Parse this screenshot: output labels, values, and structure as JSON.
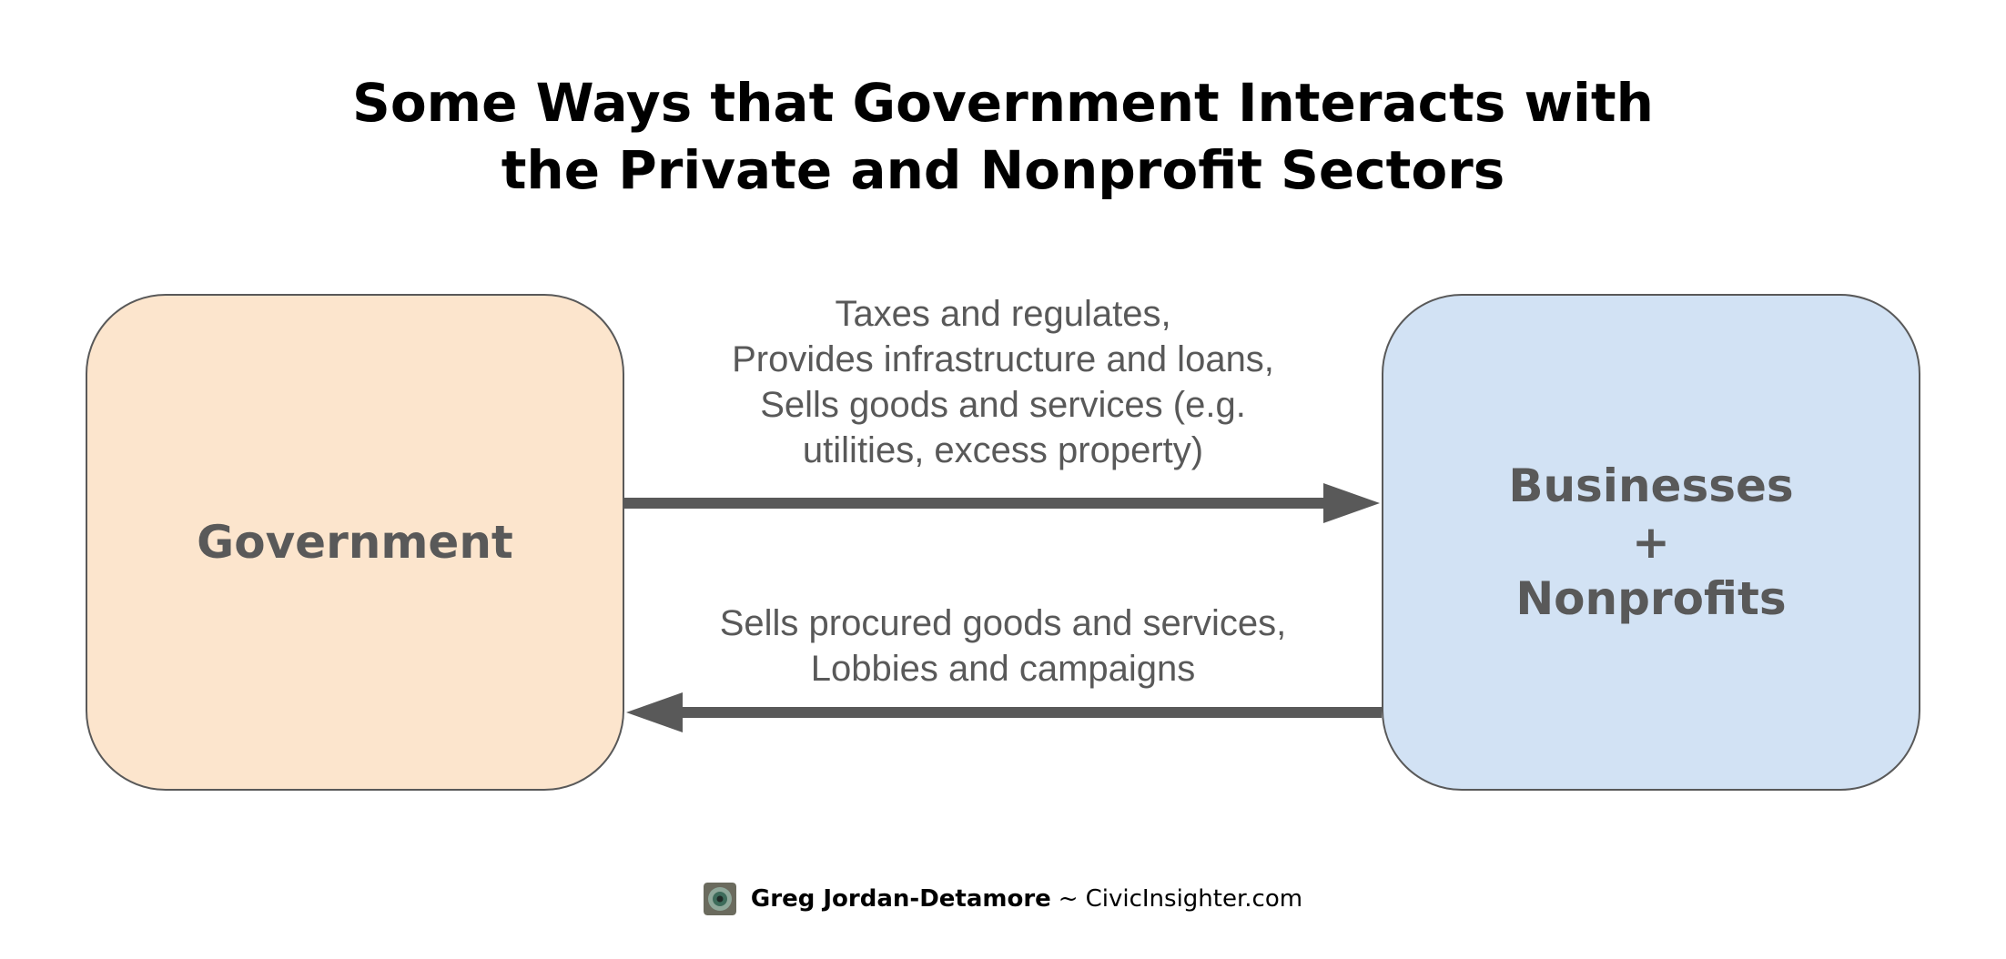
{
  "title": {
    "line1": "Some Ways that Government Interacts with",
    "line2": "the Private and Nonprofit Sectors"
  },
  "left_box": {
    "label": "Government",
    "fill": "#fce5cd"
  },
  "right_box": {
    "lines": [
      "Businesses",
      "+",
      "Nonprofits"
    ],
    "fill": "#d2e2f4"
  },
  "arrow_to_business": {
    "direction": "right",
    "lines": [
      "Taxes and regulates,",
      "Provides infrastructure and loans,",
      "Sells goods and services (e.g.",
      "utilities, excess property)"
    ]
  },
  "arrow_to_government": {
    "direction": "left",
    "lines": [
      "Sells procured goods and services,",
      "Lobbies and campaigns"
    ]
  },
  "footer": {
    "author": "Greg Jordan-Detamore",
    "separator": "~",
    "site": "CivicInsighter.com",
    "avatar_icon": "civic-insighter-logo-icon"
  },
  "colors": {
    "stroke": "#595959",
    "text": "#595959",
    "title": "#000000"
  }
}
